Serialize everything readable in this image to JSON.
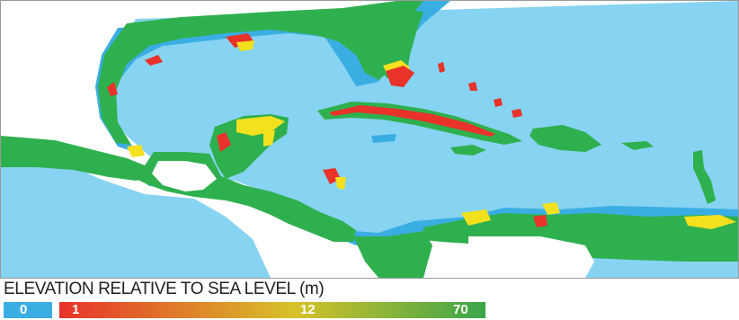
{
  "legend": {
    "title": "ELEVATION RELATIVE TO SEA LEVEL (m)",
    "ticks": [
      {
        "label": "0",
        "value": 0
      },
      {
        "label": "1",
        "value": 1
      },
      {
        "label": "12",
        "value": 12
      },
      {
        "label": "70",
        "value": 70
      }
    ],
    "colors": {
      "sea_level_0": "#3aaee3",
      "low_1": "#e8322a",
      "mid_12": "#d7c22a",
      "high_70": "#3aa54a"
    }
  },
  "map_colors": {
    "ocean": "#87d3f2",
    "shallow_coast": "#3aaee3",
    "land": "#2fb04f",
    "low_red": "#e8322a",
    "low_yellow": "#f3e11e",
    "outside": "#ffffff"
  }
}
